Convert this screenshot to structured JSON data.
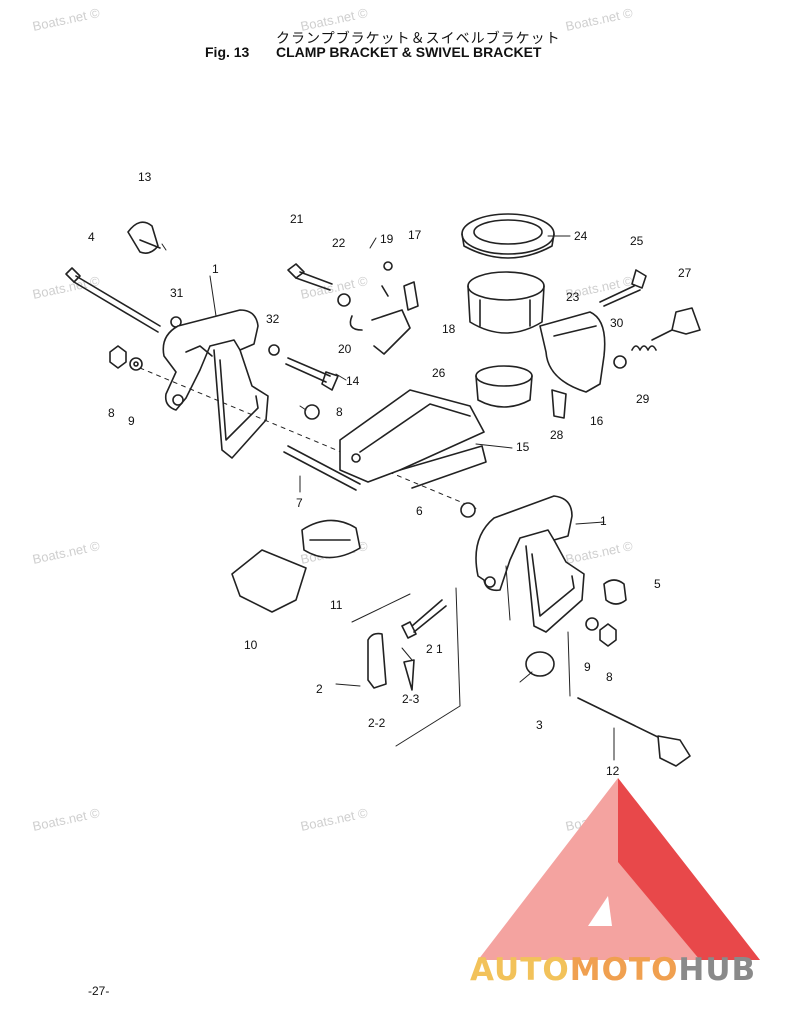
{
  "header": {
    "title_jp": "クランプブラケット＆スイベルブラケット",
    "fig_label": "Fig. 13",
    "title_en": "CLAMP BRACKET & SWIVEL BRACKET"
  },
  "watermark_text": "Boats.net ©",
  "callouts": [
    "13",
    "4",
    "21",
    "22",
    "19",
    "17",
    "24",
    "25",
    "27",
    "1",
    "31",
    "32",
    "23",
    "18",
    "30",
    "20",
    "14",
    "26",
    "8",
    "9",
    "8",
    "28",
    "16",
    "29",
    "15",
    "7",
    "6",
    "1",
    "5",
    "11",
    "10",
    "2 1",
    "2",
    "2-3",
    "2-2",
    "9",
    "8",
    "3",
    "12"
  ],
  "page_number": "-27-",
  "logo": {
    "part1": "AUTO",
    "part2": "MOTO",
    "part3": "HUB",
    "color_light": "#f4a3a0",
    "color_dark": "#e8484a"
  }
}
